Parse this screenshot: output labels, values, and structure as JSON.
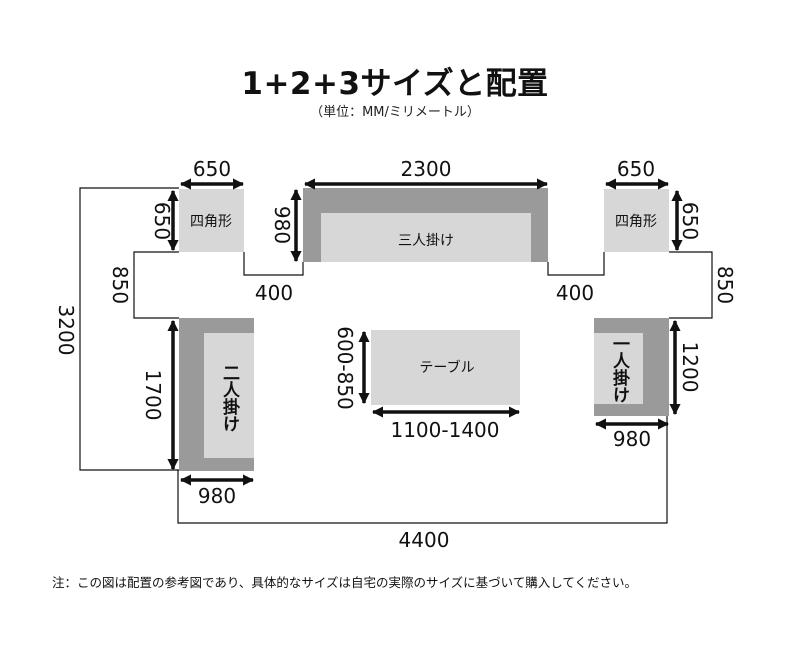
{
  "title": "1+2+3サイズと配置",
  "unit_note": "（単位：MM/ミリメートル）",
  "pieces": {
    "square_left": "四角形",
    "square_right": "四角形",
    "three_seater": "三人掛け",
    "two_seater": "二人掛け",
    "one_seater": "一人掛け",
    "table": "テーブル"
  },
  "dimensions": {
    "square_left_width": "650",
    "square_left_depth": "650",
    "square_right_width": "650",
    "square_right_depth": "650",
    "three_seater_width": "2300",
    "three_seater_depth": "980",
    "gap_left": "400",
    "gap_right": "400",
    "aisle_left": "850",
    "aisle_right": "850",
    "overall_depth": "3200",
    "two_seater_length": "1700",
    "two_seater_depth": "980",
    "one_seater_length": "1200",
    "one_seater_depth": "980",
    "table_depth": "600-850",
    "table_width": "1100-1400",
    "overall_width": "4400"
  },
  "footnote": "注：この図は配置の参考図であり、具体的なサイズは自宅の実際のサイズに基づいて購入してください。"
}
